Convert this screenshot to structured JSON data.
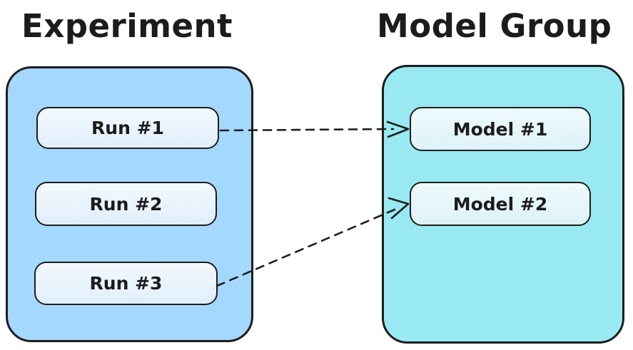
{
  "canvas": {
    "background": "#ffffff",
    "stroke_color": "#1e1e1e",
    "text_color": "#1c1c1c"
  },
  "diagram": {
    "groups": [
      {
        "title": "Experiment",
        "fill": "#a5d8ff",
        "node_fill": "#e9f4fc",
        "items": [
          {
            "label": "Run #1"
          },
          {
            "label": "Run #2"
          },
          {
            "label": "Run #3"
          }
        ]
      },
      {
        "title": "Model Group",
        "fill": "#99e9f2",
        "node_fill": "#e5f7fb",
        "items": [
          {
            "label": "Model #1"
          },
          {
            "label": "Model #2"
          }
        ]
      }
    ],
    "connections": [
      {
        "from": "Run #1",
        "to": "Model #1",
        "style": "dashed-arrow"
      },
      {
        "from": "Run #3",
        "to": "Model #2",
        "style": "dashed-arrow"
      }
    ]
  }
}
